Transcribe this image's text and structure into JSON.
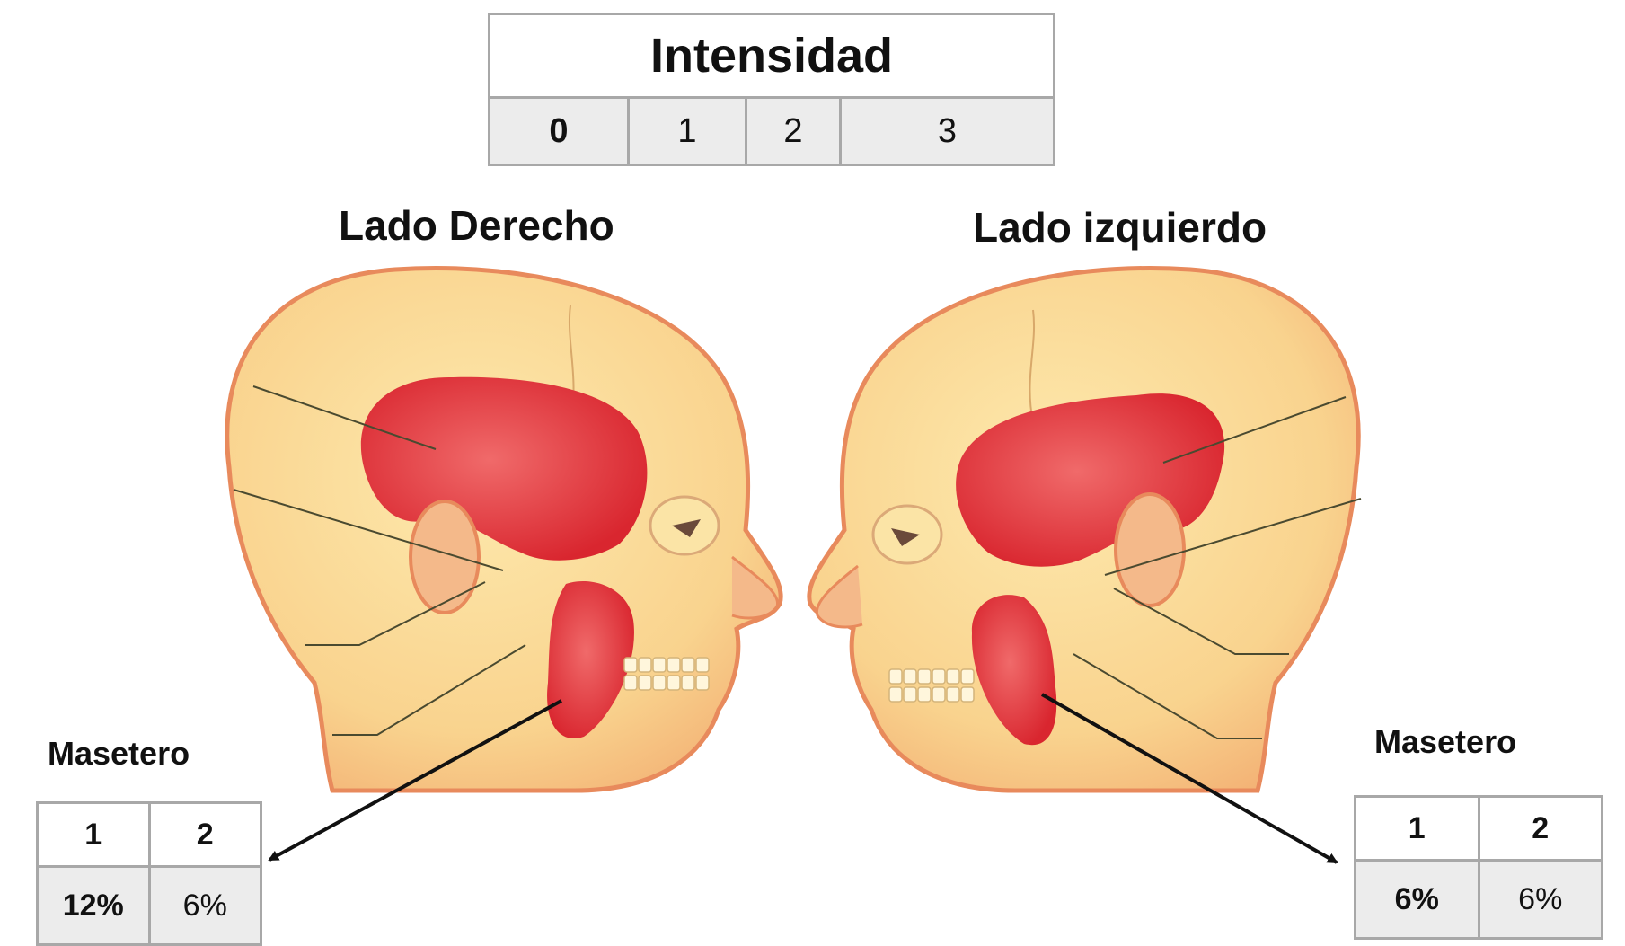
{
  "intensity": {
    "title": "Intensidad",
    "levels": [
      "0",
      "1",
      "2",
      "3"
    ]
  },
  "right_side": {
    "title": "Lado Derecho",
    "muscle": "Masetero",
    "headers": [
      "1",
      "2"
    ],
    "values": [
      "12%",
      "6%"
    ]
  },
  "left_side": {
    "title": "Lado izquierdo",
    "muscle": "Masetero",
    "headers": [
      "1",
      "2"
    ],
    "values": [
      "6%",
      "6%"
    ]
  },
  "colors": {
    "skin": "#f7c98a",
    "skull": "#fbe4a6",
    "outline": "#e88a5c",
    "muscle": "#e0353d",
    "table_border": "#a8a8a8",
    "table_fill": "#ececec"
  }
}
